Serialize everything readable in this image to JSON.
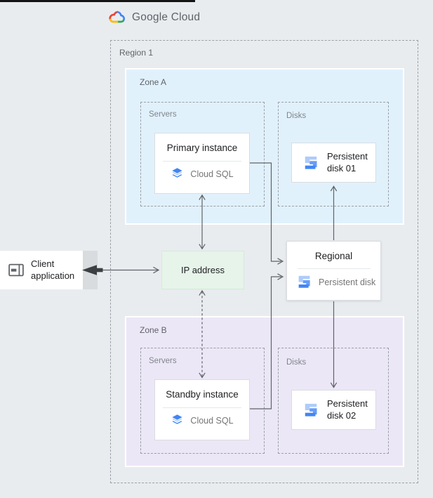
{
  "header": {
    "logo": "Google Cloud"
  },
  "region": {
    "label": "Region 1"
  },
  "zone_a": {
    "label": "Zone A",
    "servers": "Servers",
    "disks": "Disks"
  },
  "zone_b": {
    "label": "Zone B",
    "servers": "Servers",
    "disks": "Disks"
  },
  "primary": {
    "title": "Primary instance",
    "product": "Cloud SQL"
  },
  "standby": {
    "title": "Standby instance",
    "product": "Cloud SQL"
  },
  "disk01": {
    "line1": "Persistent",
    "line2": "disk 01"
  },
  "disk02": {
    "line1": "Persistent",
    "line2": "disk 02"
  },
  "regional": {
    "title": "Regional",
    "product": "Persistent disk"
  },
  "ip": {
    "label": "IP address"
  },
  "client": {
    "line1": "Client",
    "line2": "application"
  },
  "colors": {
    "page_bg": "#e9ecef",
    "zone_a_bg": "#e1f1fc",
    "zone_b_bg": "#ece7f6",
    "ip_bg": "#e6f4ea",
    "arrow": "#5f6368",
    "bold_arrow": "#3c4043",
    "dashed_border": "#9aa0a6",
    "google_blue": "#4285f4",
    "google_red": "#ea4335",
    "google_yellow": "#fbbc04",
    "google_green": "#34a853",
    "disk_icon_light": "#aecbfa",
    "disk_icon_mid": "#669df6",
    "disk_icon_dark": "#4285f4"
  }
}
